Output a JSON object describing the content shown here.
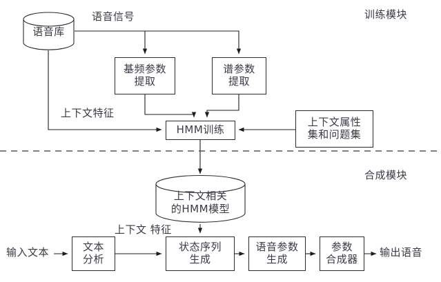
{
  "diagram": {
    "title_modules": {
      "training": "训练模块",
      "synthesis": "合成模块"
    },
    "stores": [
      {
        "id": "speech-corpus",
        "lines": [
          "语音库"
        ]
      },
      {
        "id": "context-dependent-hmm-model",
        "lines": [
          "上下文相关",
          "的HMM模型"
        ]
      }
    ],
    "boxes": [
      {
        "id": "f0-parameter-extraction",
        "lines": [
          "基频参数",
          "提取"
        ]
      },
      {
        "id": "spectrum-parameter-extraction",
        "lines": [
          "谱参数",
          "提取"
        ]
      },
      {
        "id": "hmm-training",
        "lines": [
          "HMM训练"
        ]
      },
      {
        "id": "context-attribute-question-set",
        "lines": [
          "上下文属性",
          "集和问题集"
        ]
      },
      {
        "id": "text-analysis",
        "lines": [
          "文本",
          "分析"
        ]
      },
      {
        "id": "state-sequence-generation",
        "lines": [
          "状态序列",
          "生成"
        ]
      },
      {
        "id": "speech-parameter-generation",
        "lines": [
          "语音参数",
          "生成"
        ]
      },
      {
        "id": "parameter-synthesizer",
        "lines": [
          "参数",
          "合成器"
        ]
      }
    ],
    "edge_labels": [
      {
        "id": "speech-signal",
        "text": "语音信号"
      },
      {
        "id": "context-feature-training",
        "text": "上下文特征"
      },
      {
        "id": "context-feature-synthesis",
        "lines": [
          "上下文",
          "特征"
        ]
      }
    ],
    "io_labels": [
      {
        "id": "input-text",
        "text": "输入文本"
      },
      {
        "id": "output-speech",
        "text": "输出语音"
      }
    ],
    "colors": {
      "stroke": "#2a2a2a",
      "text": "#3a3a46",
      "background": "#ffffff",
      "divider": "#555555"
    }
  }
}
